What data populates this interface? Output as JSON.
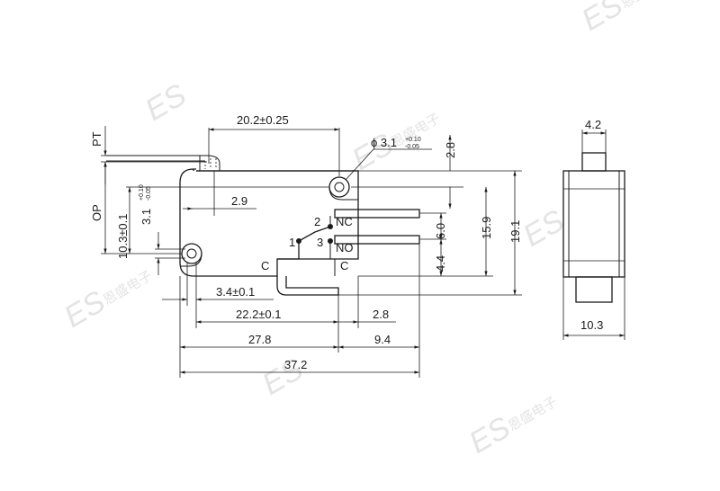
{
  "watermark": {
    "logo": "ES",
    "chinese": "恩盛电子"
  },
  "front_view": {
    "dim_lever_width": "20.2±0.25",
    "dim_hole": "ϕ 3.1",
    "dim_hole_tol_upper": "+0.10",
    "dim_hole_tol_lower": "-0.05",
    "dim_top_to_hole": "2.8",
    "dim_roller_offset": "2.9",
    "dim_pt": "PT",
    "dim_op": "OP",
    "dim_op_value": "10.3±0.1",
    "dim_hole_diameter": "3.1",
    "dim_hole_diameter_tol_upper": "+0.10",
    "dim_hole_diameter_tol_lower": "-0.05",
    "dim_nc_no": "6.0",
    "dim_no_c": "4.4",
    "dim_15_9": "15.9",
    "dim_19_1": "19.1",
    "dim_3_4": "3.4±0.1",
    "dim_22_2": "22.2±0.1",
    "dim_2_8_bottom": "2.8",
    "dim_27_8": "27.8",
    "dim_9_4": "9.4",
    "dim_37_2": "37.2",
    "terminal_labels": {
      "nc_num": "2",
      "nc": "NC",
      "com_num": "1",
      "no_num": "3",
      "no": "NO",
      "c_left": "C",
      "c_right": "C"
    }
  },
  "side_view": {
    "dim_top_width": "4.2",
    "dim_width": "10.3"
  }
}
